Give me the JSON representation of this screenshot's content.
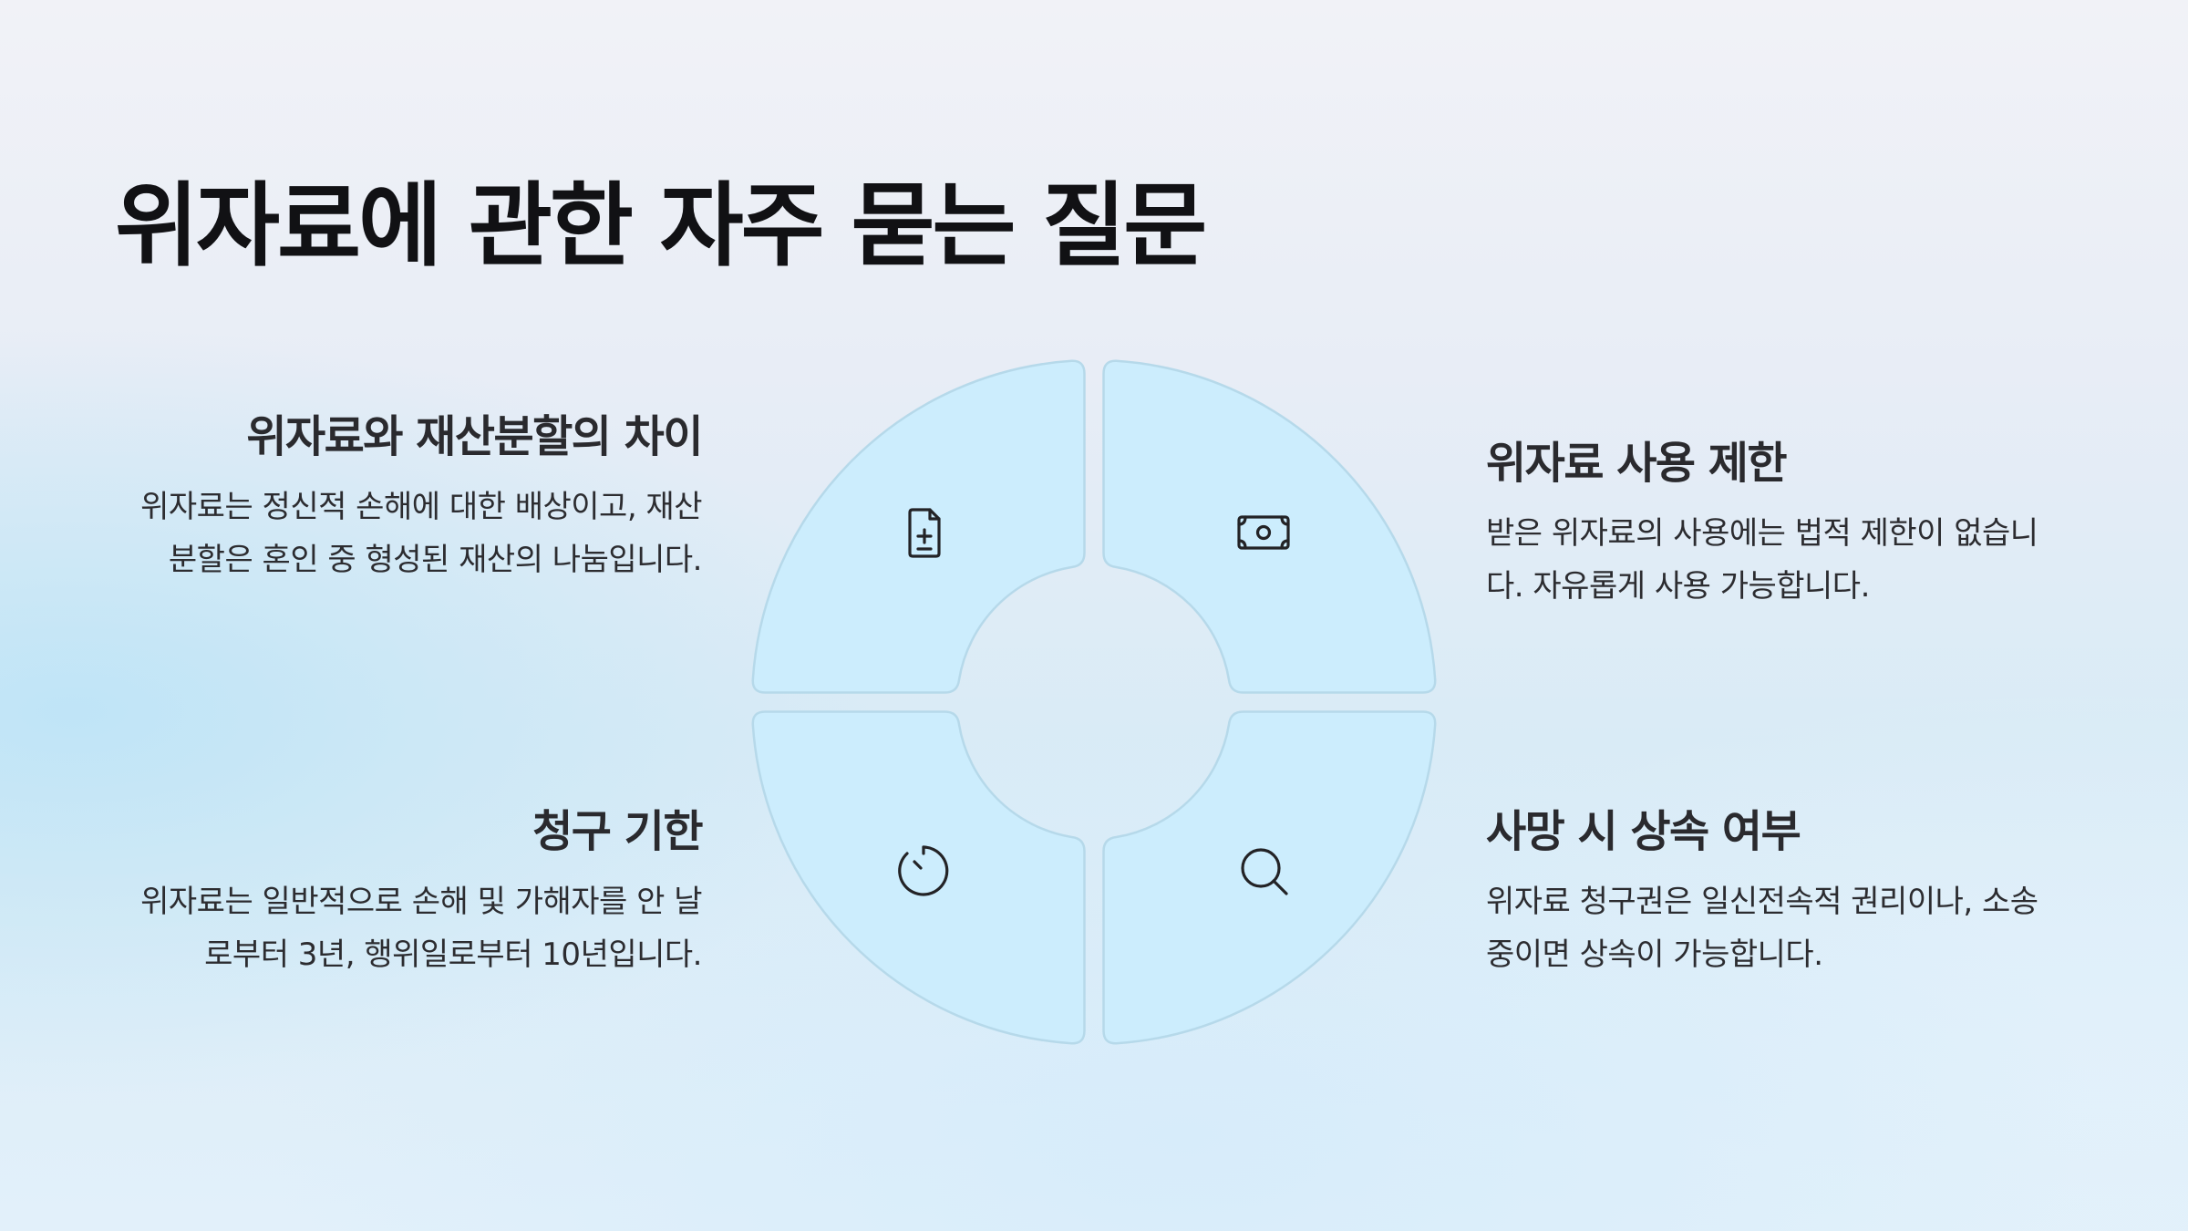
{
  "title": "위자료에 관한 자주 묻는 질문",
  "colors": {
    "segment_fill": "#ccedfd",
    "segment_border": "#b6d9ea",
    "text_primary": "#111114",
    "text_body": "#2a2a2e",
    "background_top": "#f1f2f7",
    "background_left_blue": "#c4e6f6"
  },
  "items": [
    {
      "position": "top-left",
      "icon": "document-plus-minus-icon",
      "heading": "위자료와 재산분할의 차이",
      "body": "위자료는 정신적 손해에 대한 배상이고, 재산분할은 혼인 중 형성된 재산의 나눔입니다."
    },
    {
      "position": "top-right",
      "icon": "money-banknote-icon",
      "heading": "위자료 사용 제한",
      "body": "받은 위자료의 사용에는 법적 제한이 없습니다. 자유롭게 사용 가능합니다."
    },
    {
      "position": "bottom-left",
      "icon": "timer-icon",
      "heading": "청구 기한",
      "body": "위자료는 일반적으로 손해 및 가해자를 안 날로부터 3년, 행위일로부터 10년입니다."
    },
    {
      "position": "bottom-right",
      "icon": "search-icon",
      "heading": "사망 시 상속 여부",
      "body": "위자료 청구권은 일신전속적 권리이나, 소송 중이면 상속이 가능합니다."
    }
  ]
}
